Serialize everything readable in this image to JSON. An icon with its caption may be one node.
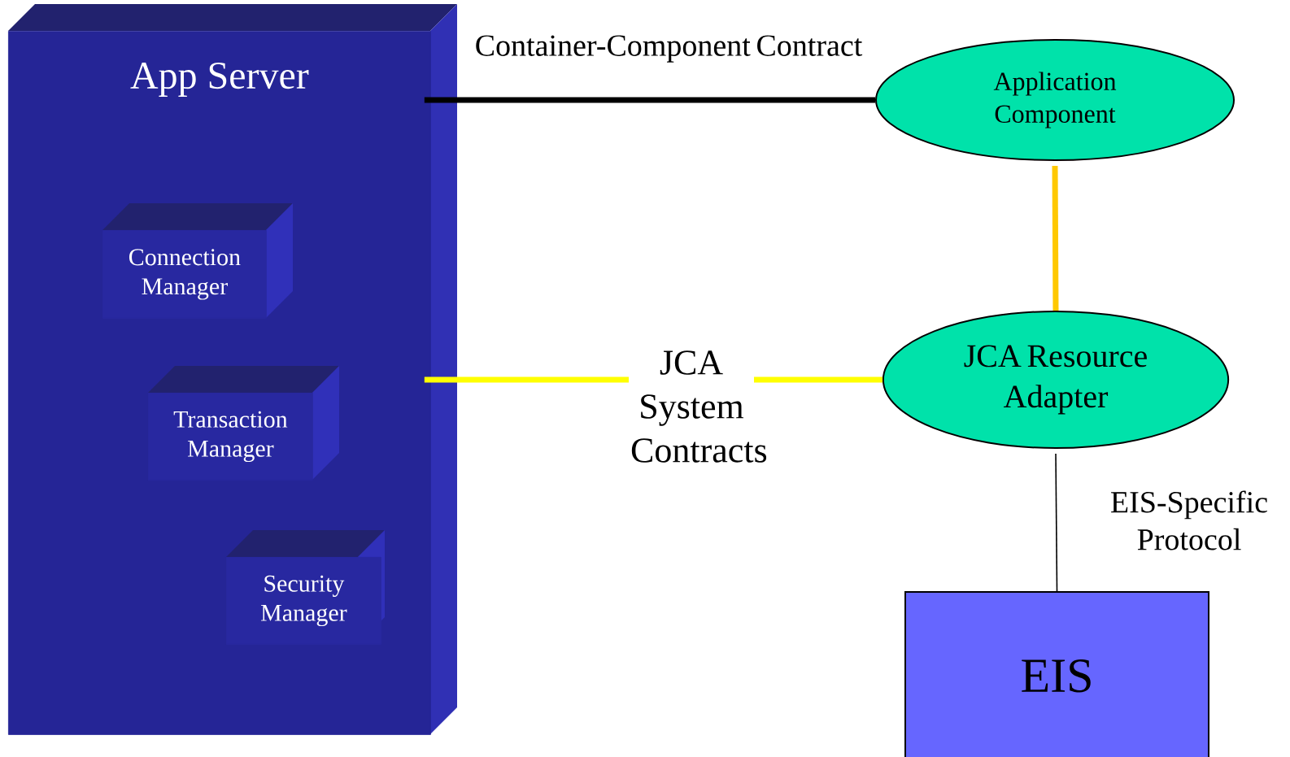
{
  "diagram": {
    "nodes": [
      {
        "text": [
          "App Server"
        ]
      },
      {
        "text": [
          "Connection Manager"
        ],
        "in": 0
      },
      {
        "text": [
          "Transaction Manager"
        ],
        "in": 0
      },
      {
        "text": [
          "Security Manager"
        ],
        "in": 0
      },
      {
        "text": [
          "Application Component"
        ]
      },
      {
        "text": [
          "JCA Resource Adapter"
        ]
      },
      {
        "text": [
          "EIS"
        ]
      }
    ],
    "edges": [
      {
        "from": 0,
        "to": 4,
        "arrow": "none",
        "label": "Container-Component Contract"
      },
      {
        "from": 4,
        "to": 5,
        "arrow": "none",
        "color": "#ffc800"
      },
      {
        "from": 0,
        "to": 5,
        "arrow": "none",
        "label": "JCA System Contracts",
        "color": "#ffff00"
      },
      {
        "from": 5,
        "to": 6,
        "arrow": "none",
        "label": "EIS-Specific Protocol"
      }
    ]
  }
}
